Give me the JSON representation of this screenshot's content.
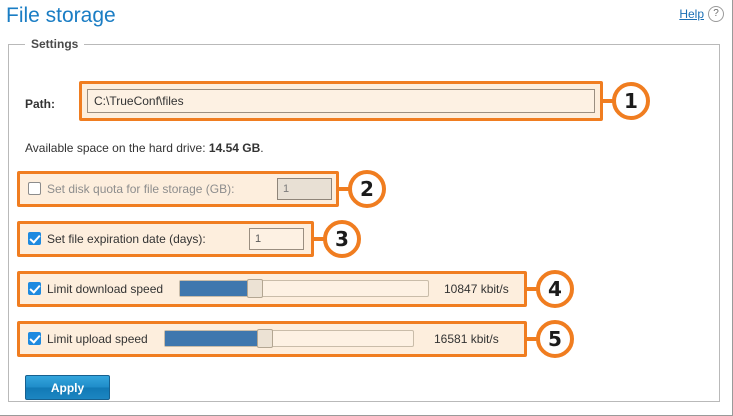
{
  "header": {
    "title": "File storage",
    "help_label": "Help",
    "help_icon": "question-circle-icon"
  },
  "fieldset": {
    "legend": "Settings"
  },
  "path_row": {
    "label": "Path:",
    "value": "C:\\TrueConf\\files",
    "badge": "1"
  },
  "available_space": {
    "prefix": "Available space on the hard drive: ",
    "value": "14.54 GB",
    "suffix": "."
  },
  "quota_row": {
    "label": "Set disk quota for file storage (GB):",
    "checked": false,
    "value": "1",
    "badge": "2"
  },
  "expiration_row": {
    "label": "Set file expiration date (days):",
    "checked": true,
    "value": "1",
    "badge": "3"
  },
  "download_row": {
    "label": "Limit download speed",
    "checked": true,
    "value": "10847 kbit/s",
    "fill_percent": 29,
    "badge": "4"
  },
  "upload_row": {
    "label": "Limit upload speed",
    "checked": true,
    "value": "16581 kbit/s",
    "fill_percent": 39,
    "badge": "5"
  },
  "footer": {
    "apply_label": "Apply"
  },
  "colors": {
    "accent_orange": "#f07d20",
    "highlight_bg": "#fdeedd",
    "title_blue": "#1a7dc4",
    "slider_blue": "#3f77ae",
    "button_blue": "#1f8cc8"
  }
}
